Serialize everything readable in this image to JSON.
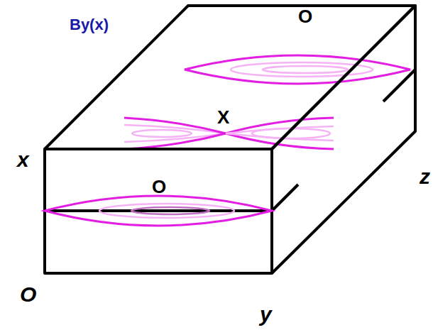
{
  "diagram": {
    "labels": [
      "By(x)",
      "O",
      "X",
      "x",
      "O",
      "z",
      "O",
      "y"
    ]
  }
}
